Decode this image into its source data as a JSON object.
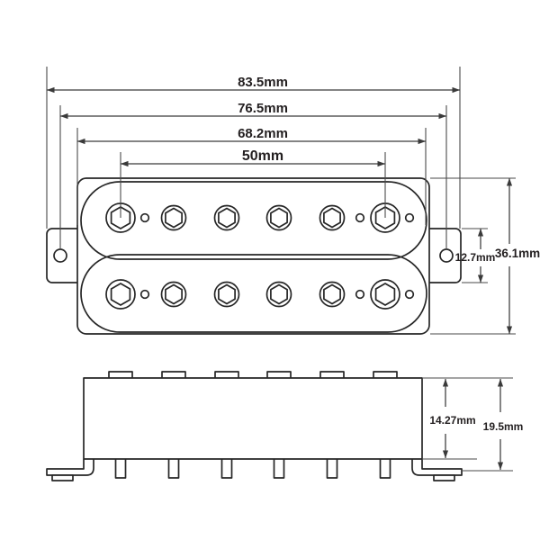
{
  "drawing": {
    "subject": "Humbucker guitar pickup dimension diagram",
    "units": "mm",
    "top_view": {
      "overall_width_label": "83.5mm",
      "mounting_hole_spacing_label": "76.5mm",
      "body_width_label": "68.2mm",
      "pole_spacing_label": "50mm",
      "mounting_ear_height_label": "12.7mm",
      "overall_height_label": "36.1mm",
      "poles_per_coil": 6,
      "coil_count": 2,
      "mounting_holes": 2
    },
    "side_view": {
      "body_height_label": "14.27mm",
      "overall_height_label": "19.5mm",
      "pole_tab_count": 6,
      "pole_pin_count": 6
    },
    "colors": {
      "outline": "#262626",
      "dimension_line": "#3a3a3a",
      "label_text": "#231f20",
      "background": "#ffffff"
    }
  }
}
